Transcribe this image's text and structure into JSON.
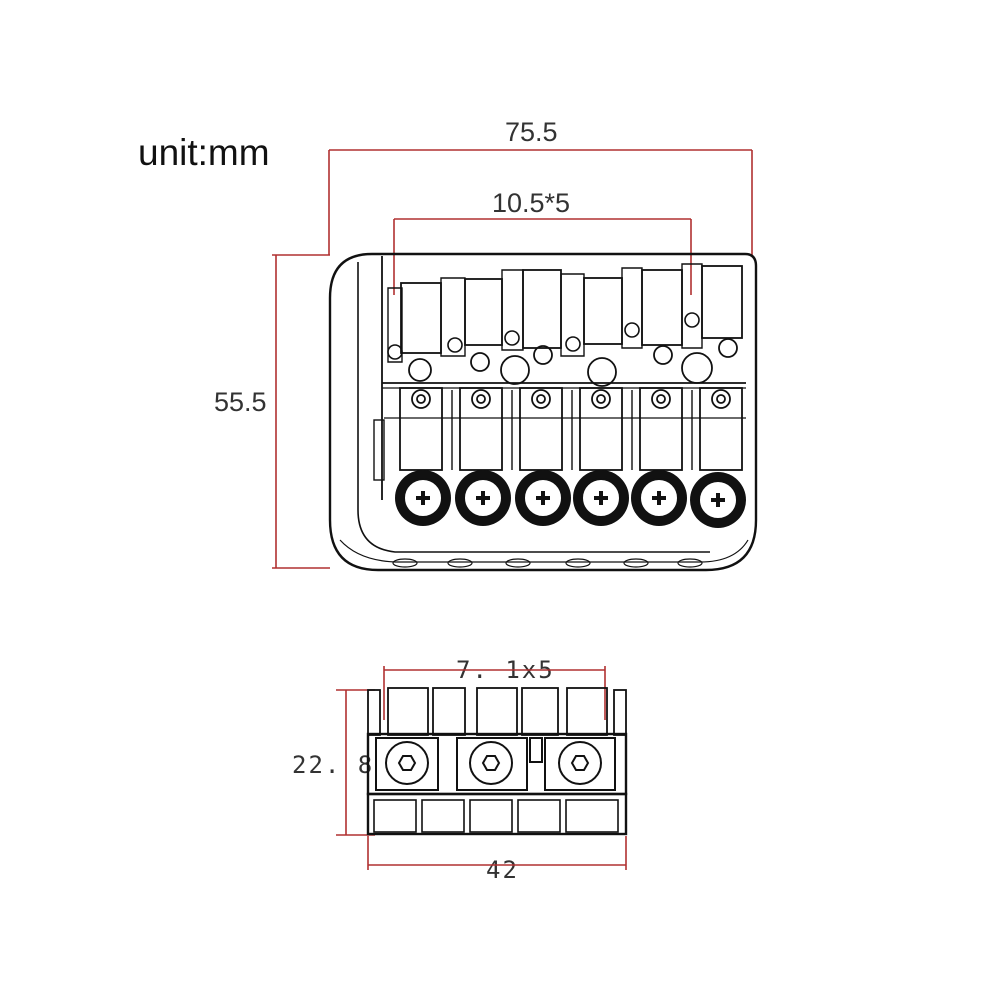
{
  "unit_label": "unit:mm",
  "top_view": {
    "width": "75.5",
    "saddle_spacing": "10.5*5",
    "depth": "55.5"
  },
  "front_view": {
    "saddle_spacing": "7. 1x5",
    "height": "22. 8",
    "width": "42"
  },
  "colors": {
    "dimension_line": "#b03030",
    "outline": "#111111"
  }
}
